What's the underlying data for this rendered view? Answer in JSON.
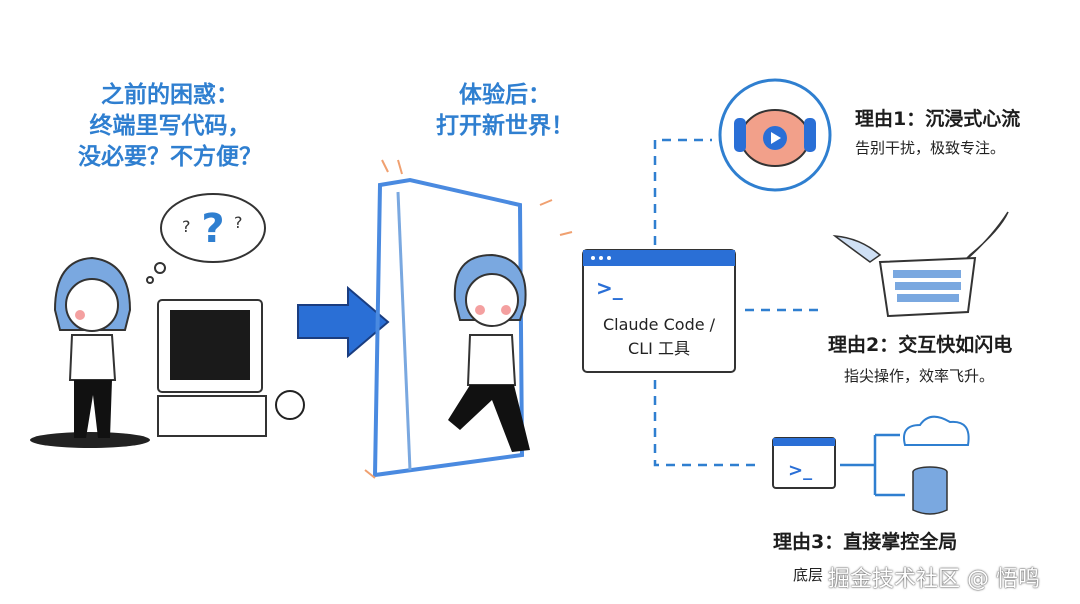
{
  "before": {
    "lines": [
      "之前的困惑：",
      "终端里写代码，",
      "没必要？不方便？"
    ],
    "thought_glyph": "? ? ?"
  },
  "after": {
    "lines": [
      "体验后：",
      "打开新世界！"
    ]
  },
  "center_window": {
    "prompt": ">_",
    "lines": [
      "Claude Code /",
      "CLI 工具"
    ]
  },
  "reasons": [
    {
      "title": "理由1：沉浸式心流",
      "subtitle": "告别干扰，极致专注。",
      "icon": "brain-headphones-icon"
    },
    {
      "title": "理由2：交互快如闪电",
      "subtitle": "指尖操作，效率飞升。",
      "icon": "winged-keyboard-icon"
    },
    {
      "title": "理由3：直接掌控全局",
      "subtitle": "底层",
      "icon": "terminal-cloud-database-icon"
    }
  ],
  "watermark": "掘金技术社区 @ 悟鸣",
  "colors": {
    "accent": "#2f7fd0",
    "arrow": "#2a6fd6",
    "spark": "#f0a070"
  }
}
